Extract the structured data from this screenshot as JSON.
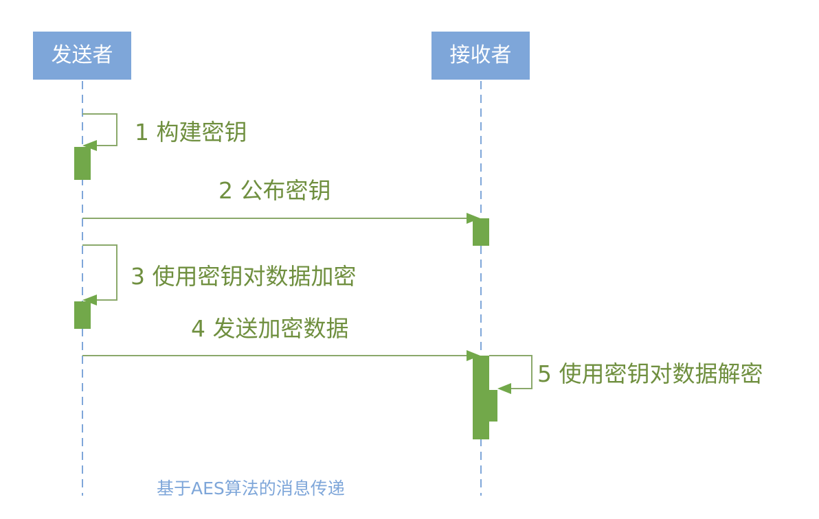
{
  "diagram": {
    "type": "sequence",
    "actors": {
      "sender": "发送者",
      "receiver": "接收者"
    },
    "messages": [
      {
        "label": "1 构建密钥"
      },
      {
        "label": "2 公布密钥"
      },
      {
        "label": "3 使用密钥对数据加密"
      },
      {
        "label": "4 发送加密数据"
      },
      {
        "label": "5 使用密钥对数据解密"
      }
    ],
    "caption": "基于AES算法的消息传递"
  },
  "colors": {
    "actor_box": "#7ea6d9",
    "message": "#6f8f3f",
    "activation": "#72a84a",
    "lifeline": "#7ea6d9"
  }
}
